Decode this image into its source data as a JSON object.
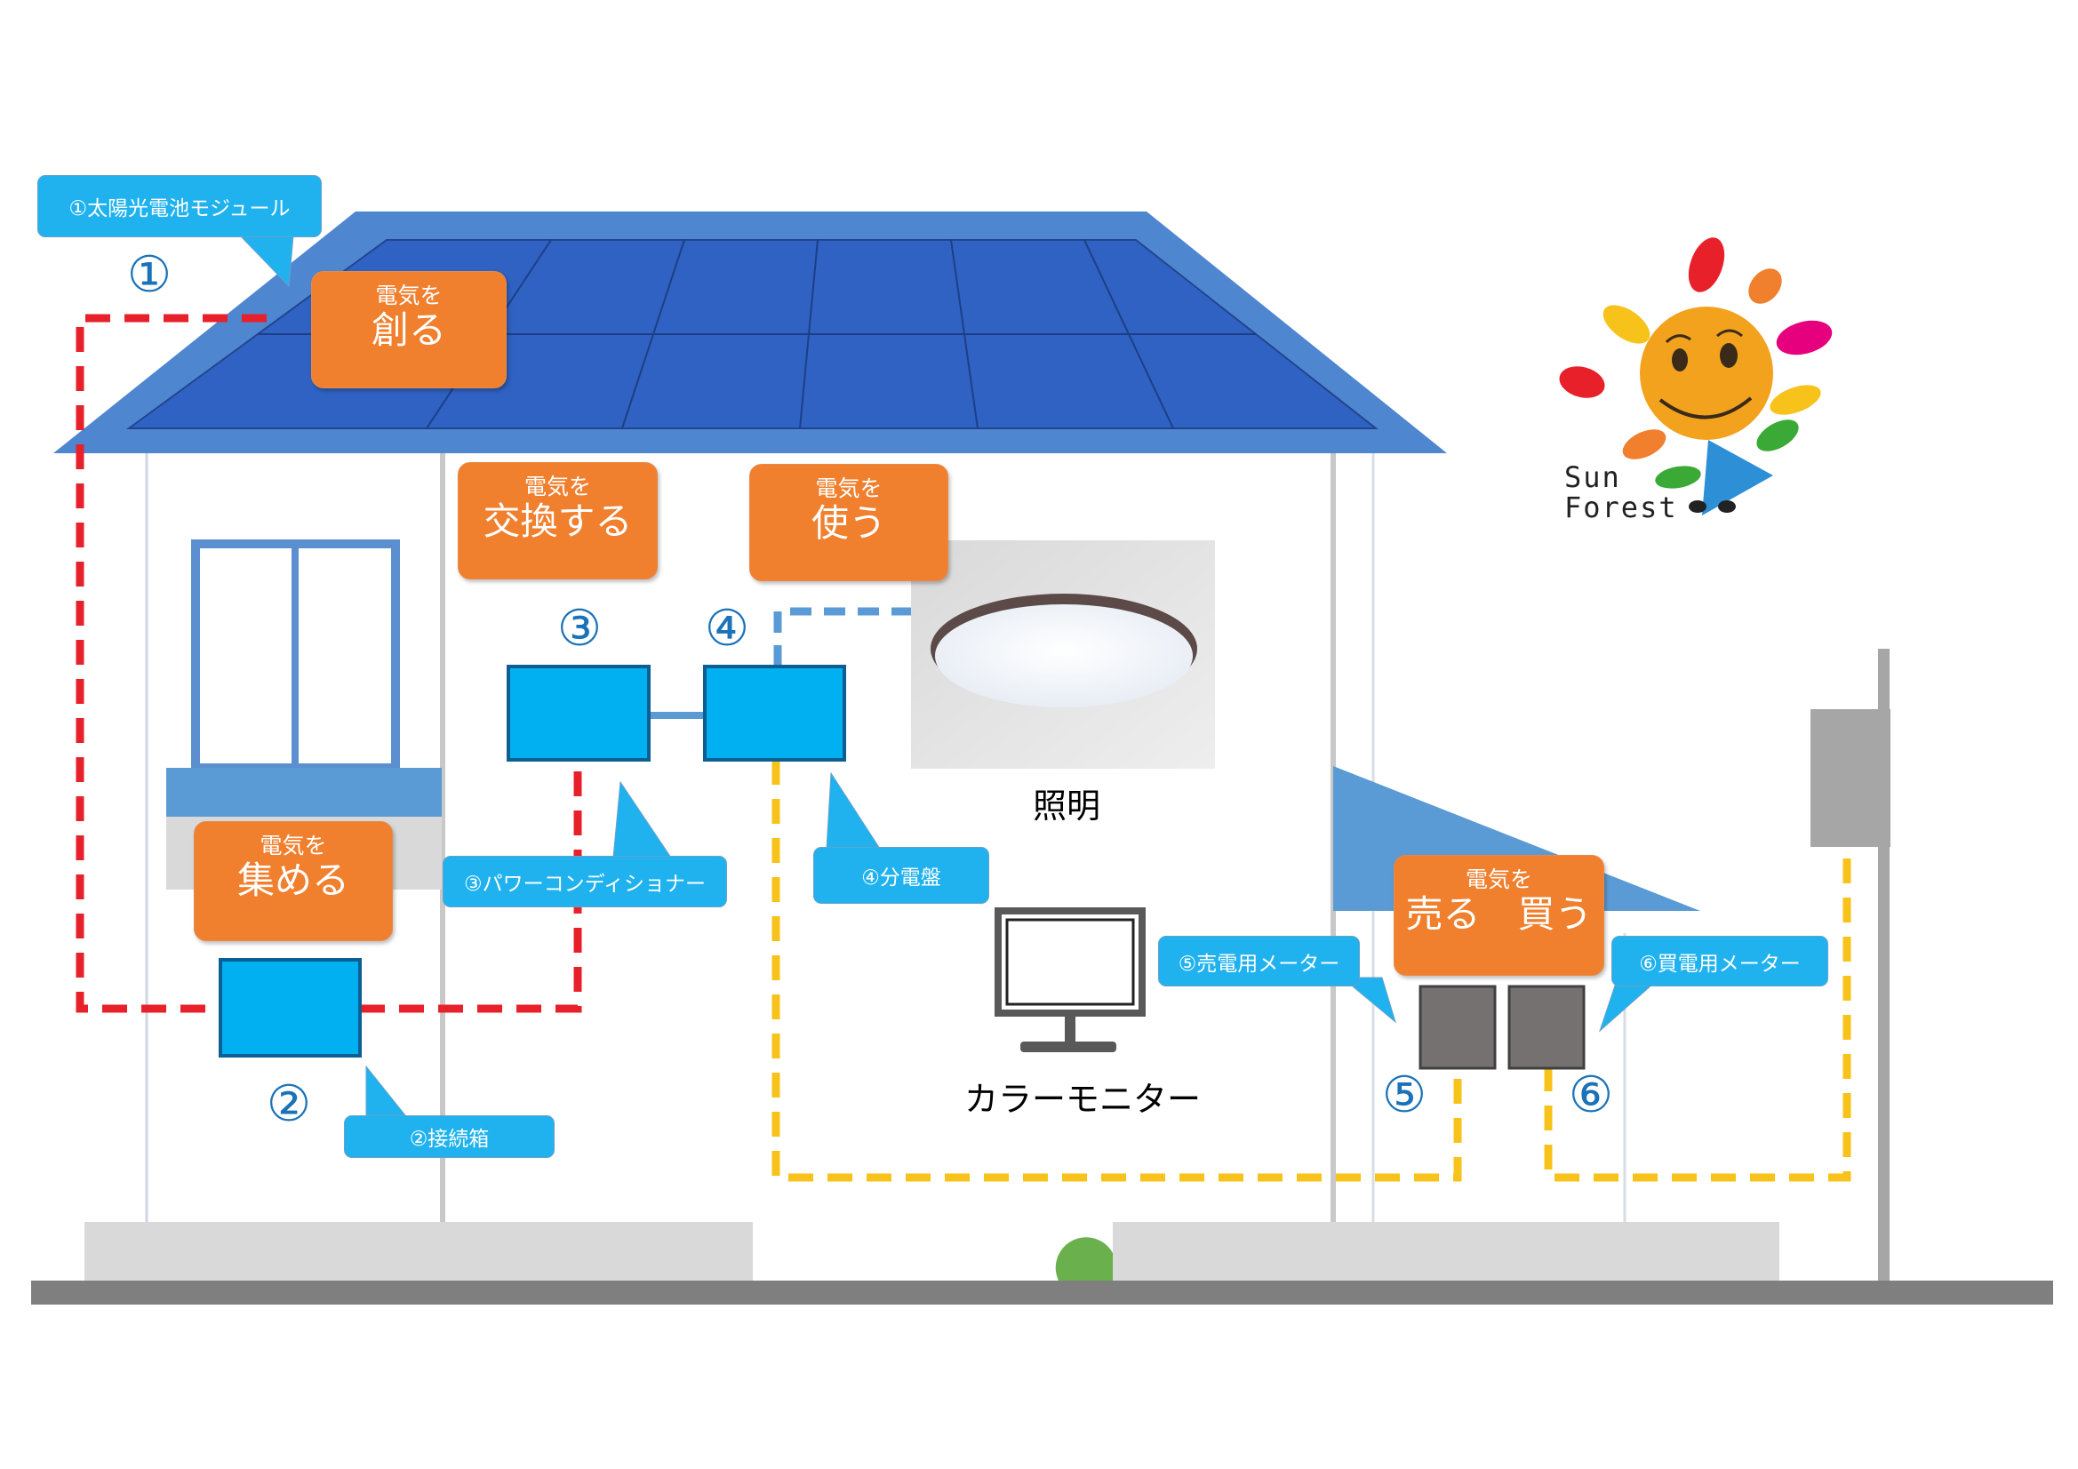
{
  "steps": {
    "create": {
      "small": "電気を",
      "big": "創る"
    },
    "collect": {
      "small": "電気を",
      "big": "集める"
    },
    "convert": {
      "small": "電気を",
      "big": "交換する"
    },
    "use": {
      "small": "電気を",
      "big": "使う"
    },
    "sell_buy": {
      "small": "電気を",
      "big": "売る　買う"
    }
  },
  "callouts": {
    "c1": "①太陽光電池モジュール",
    "c2": "②接続箱",
    "c3": "③パワーコンディショナー",
    "c4": "④分電盤",
    "c5": "⑤売電用メーター",
    "c6": "⑥買電用メーター"
  },
  "numbers": {
    "n1": "①",
    "n2": "②",
    "n3": "③",
    "n4": "④",
    "n5": "⑤",
    "n6": "⑥"
  },
  "labels": {
    "lighting": "照明",
    "monitor": "カラーモニター"
  },
  "logo": {
    "line1": "Sun",
    "line2": "Forest"
  },
  "colors": {
    "solar_panel": "#2e5fbf",
    "roof_edge": "#4d86cf",
    "orange_label": "#f07f2e",
    "callout_blue": "#1fb2ee",
    "dc_line": "#e8202a",
    "ac_line": "#f7c31b",
    "comm_line": "#5b9bd5"
  }
}
